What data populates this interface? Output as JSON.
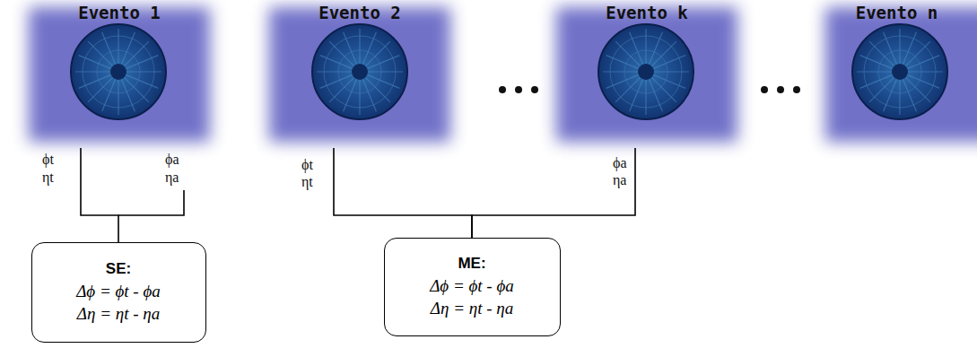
{
  "diagram": {
    "nodes": [
      {
        "text": [
          "Evento 1"
        ]
      },
      {
        "text": [
          "Evento 2"
        ]
      },
      {
        "text": [
          "Evento k"
        ]
      },
      {
        "text": [
          "Evento n"
        ]
      },
      {
        "text": [
          "SE:",
          "Δϕ = ϕt - ϕa",
          "Δη = ηt - ηa"
        ]
      },
      {
        "text": [
          "ME:",
          "Δϕ = ϕt - ϕa",
          "Δη = ηt - ηa"
        ]
      }
    ],
    "edges": [
      {
        "from": 0,
        "to": 4,
        "arrow": "none"
      },
      {
        "from": 1,
        "to": 5,
        "arrow": "none"
      },
      {
        "from": 2,
        "to": 5,
        "arrow": "none"
      }
    ],
    "labels": [
      "ϕt",
      "ηt",
      "ϕa",
      "ηa",
      "ϕt",
      "ηt",
      "ϕa",
      "ηa"
    ]
  }
}
